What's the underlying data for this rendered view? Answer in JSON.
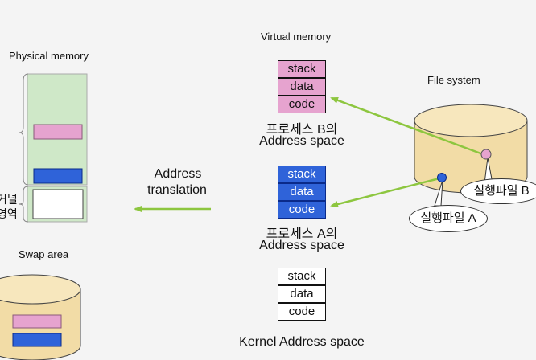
{
  "physical_memory": {
    "title": "Physical memory",
    "kernel_label_1": "커널",
    "kernel_label_2": "영역"
  },
  "swap_area": {
    "title": "Swap area"
  },
  "virtual_memory": {
    "title": "Virtual memory"
  },
  "file_system": {
    "title": "File system"
  },
  "address_translation": {
    "line1": "Address",
    "line2": "translation"
  },
  "process_b": {
    "segments": [
      "stack",
      "data",
      "code"
    ],
    "caption_line1": "프로세스 B의",
    "caption_line2": "Address space"
  },
  "process_a": {
    "segments": [
      "stack",
      "data",
      "code"
    ],
    "caption_line1": "프로세스 A의",
    "caption_line2": "Address space"
  },
  "kernel": {
    "segments": [
      "stack",
      "data",
      "code"
    ],
    "caption": "Kernel Address space"
  },
  "callouts": {
    "exec_a": "실행파일 A",
    "exec_b": "실행파일 B"
  },
  "colors": {
    "pink": "#e6a3cf",
    "blue": "#2f63d9",
    "green_arrow": "#8dc63f",
    "memory_green": "#cfe8c8",
    "disk": "#f2dca6"
  }
}
